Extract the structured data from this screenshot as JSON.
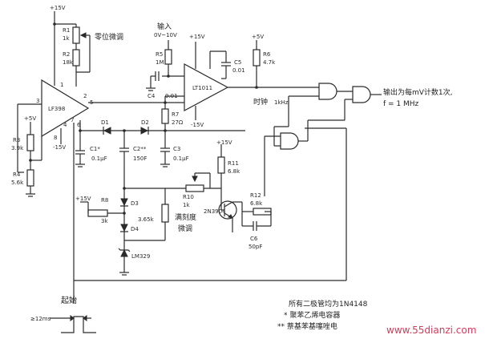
{
  "power": {
    "pos15": "+15V",
    "neg15": "-15V",
    "pos5": "+5V"
  },
  "ics": {
    "lf398": "LF398",
    "lt1011": "LT1011",
    "lm329": "LM329",
    "q1": "2N3904"
  },
  "resistors": {
    "r1": "R1",
    "r1_val": "1k",
    "r2": "R2",
    "r2_val": "18k",
    "r3": "R3",
    "r3_val": "3.9k",
    "r4": "R4",
    "r4_val": "5.6k",
    "r5": "R5",
    "r5_val": "1M",
    "r6": "R6",
    "r6_val": "4.7k",
    "r7": "R7",
    "r7_val": "27Ω",
    "r8": "R8",
    "r8_val": "3k",
    "r9_val": "3.65k",
    "r10": "R10",
    "r10_val": "1k",
    "r11": "R11",
    "r11_val": "6.8k",
    "r12": "R12",
    "r12_val": "6.8k"
  },
  "capacitors": {
    "c1": "C1*",
    "c1_val": "0.1µF",
    "c2": "C2**",
    "c2_val": "150F",
    "c3": "C3",
    "c3_val": "0.1µF",
    "c4": "C4",
    "c4_val": "0.01",
    "c5": "C5",
    "c5_val": "0.01",
    "c6": "C6",
    "c6_val": "50pF"
  },
  "diodes": {
    "d1": "D1",
    "d2": "D2",
    "d3": "D3",
    "d4": "D4"
  },
  "pins": {
    "p1": "1",
    "p2": "2",
    "p3": "3",
    "p4": "4",
    "p5": "5",
    "p6": "6",
    "p7": "7",
    "p8": "8"
  },
  "labels": {
    "zero_adjust": "零位微调",
    "input": "输入",
    "input_range": "0V~10V",
    "full_scale_line1": "满刻度",
    "full_scale_line2": "微调",
    "clock": "时钟",
    "clock_freq": "1kHz",
    "output_line1": "输出为每mV计数1次,",
    "output_line2": "f = 1 MHz",
    "start": "起始",
    "pulse_width": "≥12ms"
  },
  "notes": {
    "line1": "所有二极管均为1N4148",
    "line2": "* 聚苯乙烯电容器",
    "line3": "** 萘基苯基噻唑电"
  },
  "watermark": "www.55dianzi.com"
}
